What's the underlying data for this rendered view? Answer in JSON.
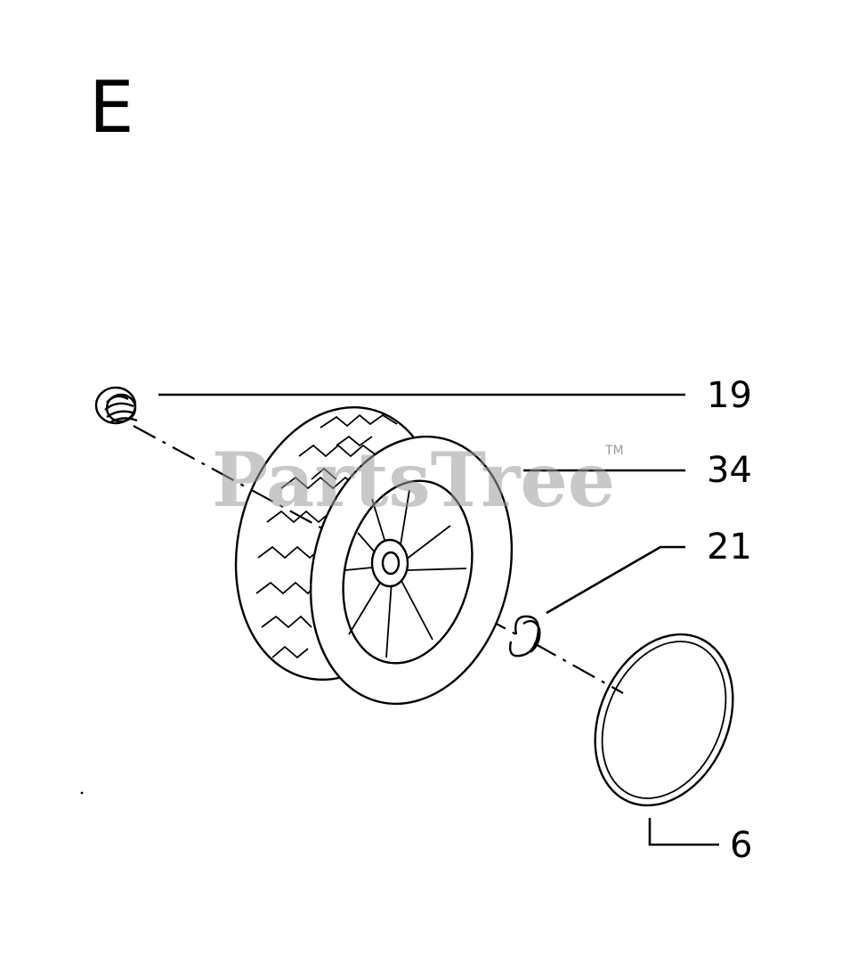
{
  "diagram": {
    "section_letter": "E",
    "watermark": {
      "text": "PartsTree",
      "trademark": "TM"
    },
    "callouts": [
      {
        "number": "19",
        "part": "cap-nut"
      },
      {
        "number": "34",
        "part": "wheel"
      },
      {
        "number": "21",
        "part": "retaining-clip"
      },
      {
        "number": "6",
        "part": "hubcap"
      }
    ]
  }
}
